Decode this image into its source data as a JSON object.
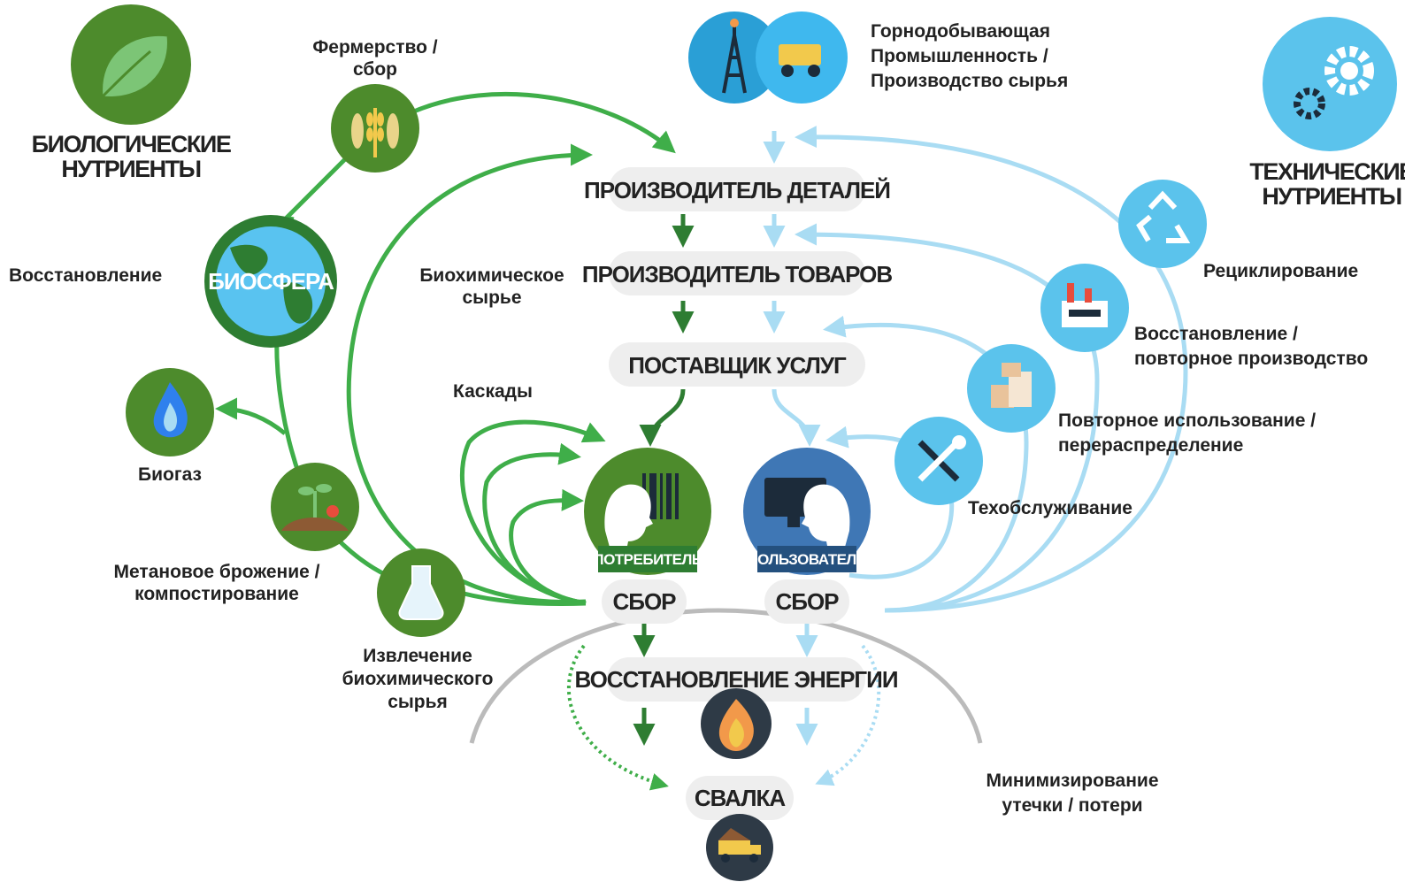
{
  "colors": {
    "bio_green": "#4d8b2c",
    "bio_dark_green": "#2e7d32",
    "bio_arrow": "#3fae49",
    "tech_blue": "#5bc3ec",
    "tech_light_blue": "#a9dcf3",
    "tech_dark_blue": "#3f77b5",
    "pill_gray": "#eeeeee",
    "arc_gray": "#bbbbbb"
  },
  "bio": {
    "title_line1": "БИОЛОГИЧЕСКИЕ",
    "title_line2": "НУТРИЕНТЫ",
    "icon": "leaf-icon",
    "farming_line1": "Фермерство /",
    "farming_line2": "сбор",
    "farming_icon": "fish-wheat-icon",
    "biosphere_label": "БИОСФЕРА",
    "biosphere_icon": "globe-icon",
    "restoration": "Восстановление",
    "biochem_line1": "Биохимическое",
    "biochem_line2": "сырье",
    "cascades": "Каскады",
    "biogas": "Биогаз",
    "biogas_icon": "flame-icon",
    "methane_line1": "Метановое брожение /",
    "methane_line2": "компостирование",
    "methane_icon": "compost-icon",
    "extraction_line1": "Извлечение",
    "extraction_line2": "биохимического",
    "extraction_line3": "сырья",
    "extraction_icon": "flask-icon"
  },
  "tech": {
    "title_line1": "ТЕХНИЧЕСКИЕ",
    "title_line2": "НУТРИЕНТЫ",
    "icon": "gears-icon",
    "mining_line1": "Горнодобывающая",
    "mining_line2": "Промышленность /",
    "mining_line3": "Производство сырья",
    "mining_icons": [
      "oil-derrick-icon",
      "dump-truck-icon"
    ],
    "recycling": "Рециклирование",
    "recycling_icon": "recycle-icon",
    "remanufacture_line1": "Восстановление /",
    "remanufacture_line2": "повторное производство",
    "remanufacture_icon": "factory-icon",
    "reuse_line1": "Повторное использование /",
    "reuse_line2": "перераспределение",
    "reuse_icon": "boxes-icon",
    "maintenance": "Техобслуживание",
    "maintenance_icon": "wrench-screwdriver-icon"
  },
  "center": {
    "parts_maker": "ПРОИЗВОДИТЕЛЬ ДЕТАЛЕЙ",
    "product_maker": "ПРОИЗВОДИТЕЛЬ ТОВАРОВ",
    "service_provider": "ПОСТАВЩИК УСЛУГ",
    "consumer": "ПОТРЕБИТЕЛЬ",
    "consumer_icon": "head-barcode-icon",
    "user": "ПОЛЬЗОВАТЕЛЬ",
    "user_icon": "head-monitor-icon",
    "collection_bio": "СБОР",
    "collection_tech": "СБОР",
    "energy_recovery": "ВОССТАНОВЛЕНИЕ ЭНЕРГИИ",
    "energy_icon": "fire-icon",
    "landfill": "СВАЛКА",
    "landfill_icon": "landfill-truck-icon",
    "leakage_line1": "Минимизирование",
    "leakage_line2": "утечки / потери"
  }
}
